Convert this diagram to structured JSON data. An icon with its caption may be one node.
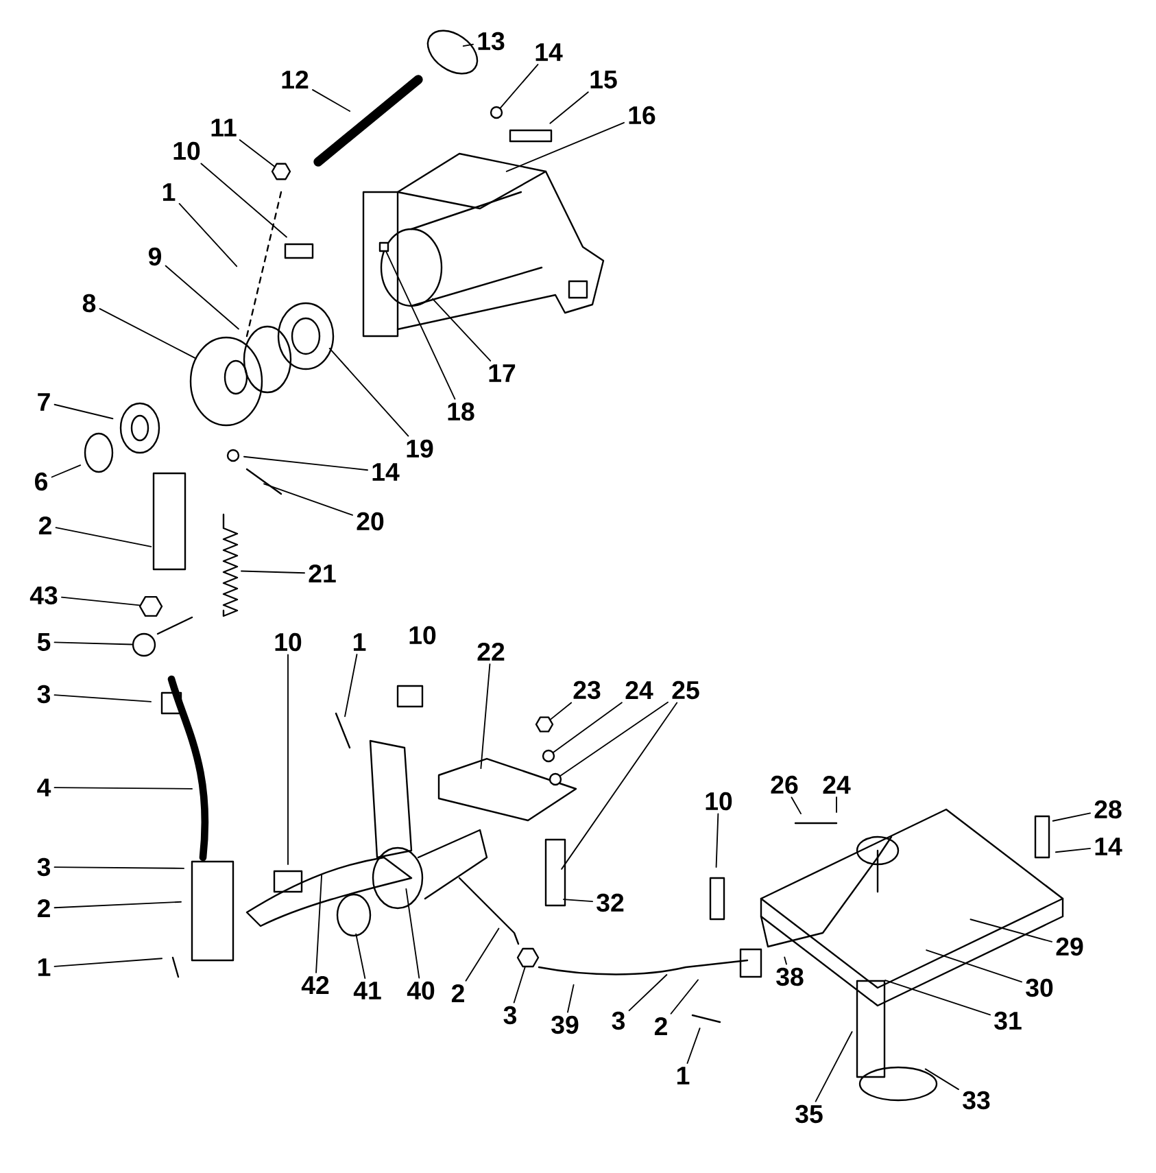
{
  "diagram": {
    "nodes": [
      {
        "text": [
          "13"
        ]
      },
      {
        "text": [
          "12"
        ]
      },
      {
        "text": [
          "14"
        ]
      },
      {
        "text": [
          "15"
        ]
      },
      {
        "text": [
          "16"
        ]
      },
      {
        "text": [
          "11"
        ]
      },
      {
        "text": [
          "10"
        ]
      },
      {
        "text": [
          "1"
        ]
      },
      {
        "text": [
          "9"
        ]
      },
      {
        "text": [
          "8"
        ]
      },
      {
        "text": [
          "7"
        ]
      },
      {
        "text": [
          "6"
        ]
      },
      {
        "text": [
          "17"
        ]
      },
      {
        "text": [
          "18"
        ]
      },
      {
        "text": [
          "19"
        ]
      },
      {
        "text": [
          "14"
        ]
      },
      {
        "text": [
          "20"
        ]
      },
      {
        "text": [
          "2"
        ]
      },
      {
        "text": [
          "21"
        ]
      },
      {
        "text": [
          "43"
        ]
      },
      {
        "text": [
          "5"
        ]
      },
      {
        "text": [
          "3"
        ]
      },
      {
        "text": [
          "4"
        ]
      },
      {
        "text": [
          "3"
        ]
      },
      {
        "text": [
          "2"
        ]
      },
      {
        "text": [
          "1"
        ]
      },
      {
        "text": [
          "10"
        ]
      },
      {
        "text": [
          "1"
        ]
      },
      {
        "text": [
          "22"
        ]
      },
      {
        "text": [
          "23"
        ]
      },
      {
        "text": [
          "24"
        ]
      },
      {
        "text": [
          "25"
        ]
      },
      {
        "text": [
          "32"
        ]
      },
      {
        "text": [
          "10"
        ]
      },
      {
        "text": [
          "26"
        ]
      },
      {
        "text": [
          "24"
        ]
      },
      {
        "text": [
          "28"
        ]
      },
      {
        "text": [
          "14"
        ]
      },
      {
        "text": [
          "29"
        ]
      },
      {
        "text": [
          "30"
        ]
      },
      {
        "text": [
          "31"
        ]
      },
      {
        "text": [
          "33"
        ]
      },
      {
        "text": [
          "35"
        ]
      },
      {
        "text": [
          "38"
        ]
      },
      {
        "text": [
          "1"
        ]
      },
      {
        "text": [
          "2"
        ]
      },
      {
        "text": [
          "3"
        ]
      },
      {
        "text": [
          "39"
        ]
      },
      {
        "text": [
          "3"
        ]
      },
      {
        "text": [
          "2"
        ]
      },
      {
        "text": [
          "40"
        ]
      },
      {
        "text": [
          "41"
        ]
      },
      {
        "text": [
          "42"
        ]
      },
      {
        "text": [],
        "shape": "circle"
      },
      {
        "text": [],
        "shape": "hexagon"
      },
      {
        "text": [],
        "shape": "box"
      },
      {
        "text": [],
        "shape": "hexagon"
      },
      {
        "text": [],
        "shape": "ellipse"
      },
      {
        "text": [],
        "shape": "hexagon"
      },
      {
        "text": [],
        "shape": "ellipse"
      },
      {
        "text": [],
        "shape": "ellipse"
      },
      {
        "text": [],
        "shape": "hexagon"
      }
    ],
    "edges": [
      {
        "from": 0,
        "to": null,
        "arrow": "none"
      },
      {
        "from": 1,
        "to": null,
        "arrow": "none"
      },
      {
        "from": 2,
        "to": 53,
        "arrow": "none"
      },
      {
        "from": 3,
        "to": null,
        "arrow": "none"
      },
      {
        "from": 4,
        "to": null,
        "arrow": "none"
      },
      {
        "from": 5,
        "to": 54,
        "arrow": "none"
      },
      {
        "from": 6,
        "to": null,
        "arrow": "none"
      },
      {
        "from": 7,
        "to": null,
        "arrow": "none"
      },
      {
        "from": 8,
        "to": null,
        "arrow": "none"
      },
      {
        "from": 9,
        "to": null,
        "arrow": "none"
      },
      {
        "from": 10,
        "to": null,
        "arrow": "none"
      },
      {
        "from": 11,
        "to": null,
        "arrow": "none"
      },
      {
        "from": 12,
        "to": null,
        "arrow": "none"
      },
      {
        "from": 13,
        "to": 55,
        "arrow": "none"
      },
      {
        "from": 14,
        "to": null,
        "arrow": "none"
      },
      {
        "from": 15,
        "to": null,
        "arrow": "none"
      },
      {
        "from": 16,
        "to": null,
        "arrow": "none"
      },
      {
        "from": 17,
        "to": null,
        "arrow": "none"
      },
      {
        "from": 18,
        "to": null,
        "arrow": "none"
      },
      {
        "from": 19,
        "to": 56,
        "arrow": "none"
      },
      {
        "from": 20,
        "to": 57,
        "arrow": "none"
      },
      {
        "from": 21,
        "to": null,
        "arrow": "none"
      },
      {
        "from": 22,
        "to": null,
        "arrow": "none"
      },
      {
        "from": 23,
        "to": null,
        "arrow": "none"
      },
      {
        "from": 24,
        "to": null,
        "arrow": "none"
      },
      {
        "from": 25,
        "to": null,
        "arrow": "none"
      },
      {
        "from": 26,
        "to": null,
        "arrow": "none"
      },
      {
        "from": 27,
        "to": null,
        "arrow": "none"
      },
      {
        "from": 28,
        "to": null,
        "arrow": "none"
      },
      {
        "from": 29,
        "to": 58,
        "arrow": "none"
      },
      {
        "from": 30,
        "to": 59,
        "arrow": "none"
      },
      {
        "from": 31,
        "to": 60,
        "arrow": "none"
      },
      {
        "from": 31,
        "to": null,
        "arrow": "none"
      },
      {
        "from": 32,
        "to": null,
        "arrow": "none"
      },
      {
        "from": 33,
        "to": null,
        "arrow": "none"
      },
      {
        "from": 34,
        "to": null,
        "arrow": "none"
      },
      {
        "from": 35,
        "to": null,
        "arrow": "none"
      },
      {
        "from": 36,
        "to": null,
        "arrow": "none"
      },
      {
        "from": 37,
        "to": null,
        "arrow": "none"
      },
      {
        "from": 38,
        "to": null,
        "arrow": "none"
      },
      {
        "from": 39,
        "to": null,
        "arrow": "none"
      },
      {
        "from": 40,
        "to": null,
        "arrow": "none"
      },
      {
        "from": 41,
        "to": null,
        "arrow": "none"
      },
      {
        "from": 42,
        "to": null,
        "arrow": "none"
      },
      {
        "from": 43,
        "to": null,
        "arrow": "none"
      },
      {
        "from": 44,
        "to": null,
        "arrow": "none"
      },
      {
        "from": 45,
        "to": null,
        "arrow": "none"
      },
      {
        "from": 46,
        "to": null,
        "arrow": "none"
      },
      {
        "from": 47,
        "to": null,
        "arrow": "none"
      },
      {
        "from": 48,
        "to": 61,
        "arrow": "none"
      },
      {
        "from": 49,
        "to": null,
        "arrow": "none"
      },
      {
        "from": 50,
        "to": null,
        "arrow": "none"
      },
      {
        "from": 51,
        "to": null,
        "arrow": "none"
      },
      {
        "from": 52,
        "to": null,
        "arrow": "none"
      }
    ],
    "labels": [
      "10"
    ]
  }
}
